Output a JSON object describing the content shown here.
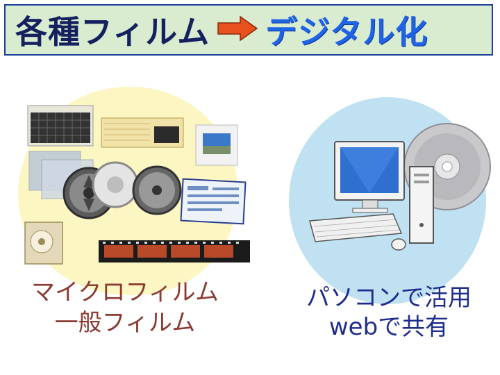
{
  "header": {
    "source_label": "各種フィルム",
    "target_label": "デジタル化"
  },
  "left_panel": {
    "caption_line1": "マイクロフィルム",
    "caption_line2": "一般フィルム"
  },
  "right_panel": {
    "caption_line1": "パソコンで活用",
    "caption_line2": "webで共有"
  },
  "colors": {
    "banner_bg": "#d9ecd0",
    "banner_border": "#1d3f9b",
    "source_text": "#15205e",
    "target_text": "#1f64e6",
    "arrow": "#e8501e",
    "left_bg": "#fbf6c2",
    "right_bg": "#bfe1f1",
    "left_caption": "#8b3a32",
    "right_caption": "#1e2d8c"
  },
  "icons": [
    "right-arrow-icon",
    "microfiche-icon",
    "aperture-card-icon",
    "slide-mount-icon",
    "film-reel-icon",
    "film-strip-icon",
    "film-cartridge-icon",
    "printed-sheet-icon",
    "desktop-pc-icon",
    "monitor-icon",
    "keyboard-icon",
    "mouse-icon",
    "tower-icon",
    "optical-disc-icon"
  ]
}
